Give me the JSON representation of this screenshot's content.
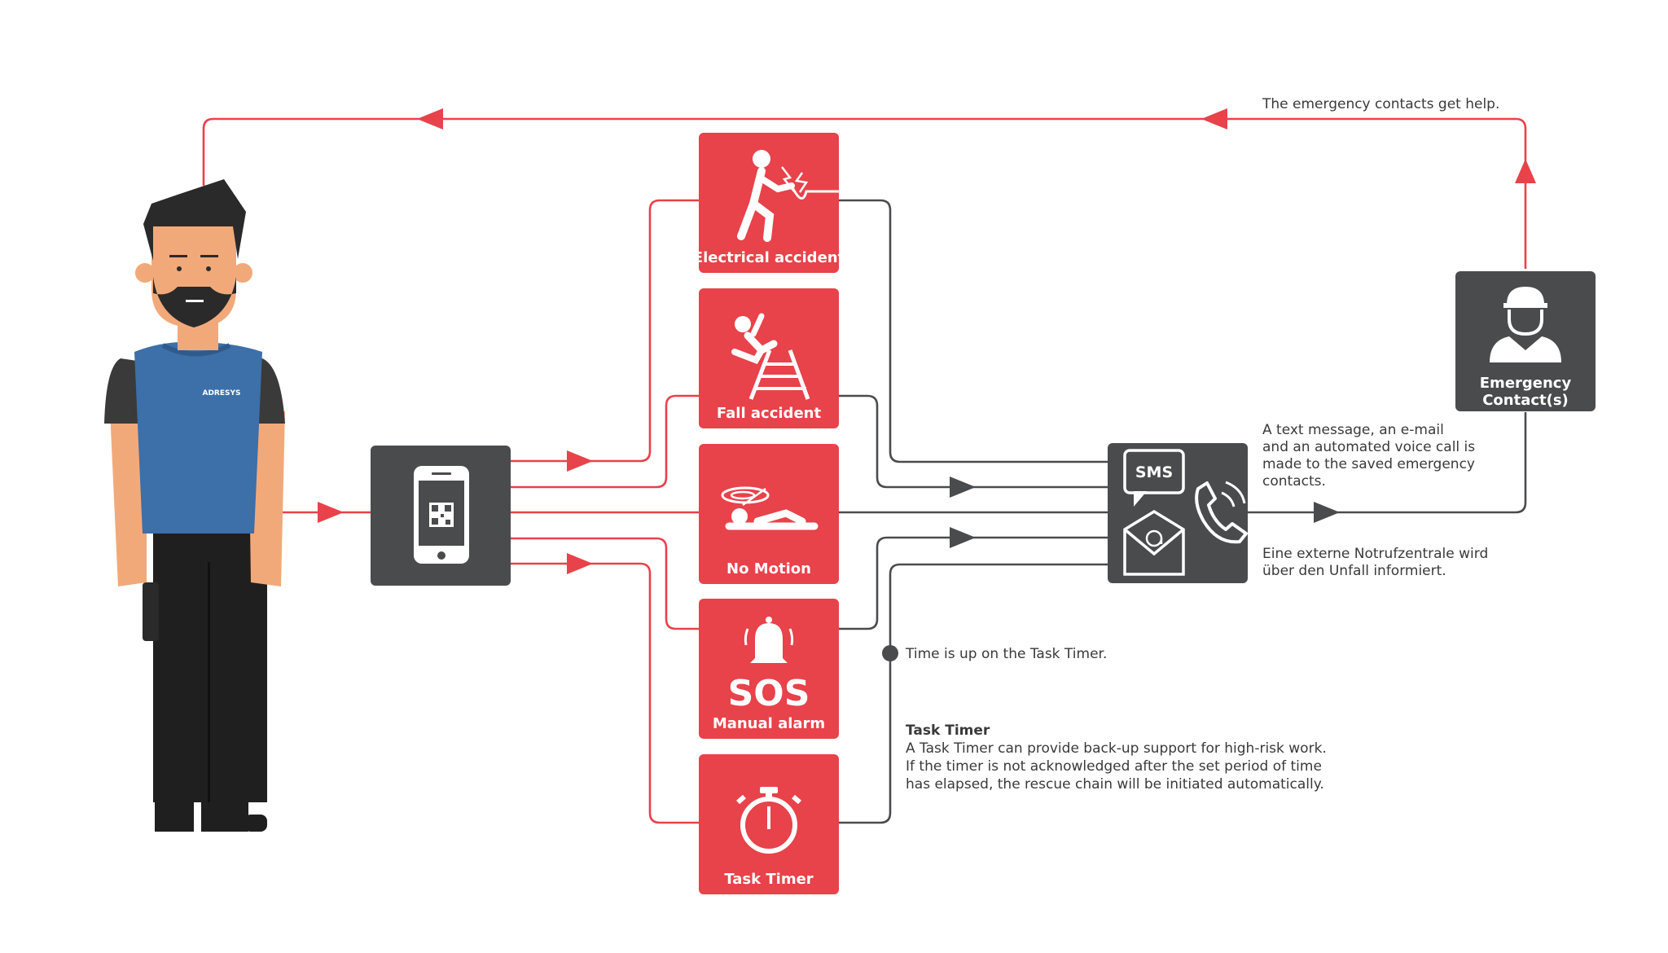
{
  "colors": {
    "accent_red": "#e8424a",
    "dark_grey": "#4a4b4d",
    "text_grey": "#3a3a3a"
  },
  "worker": {
    "shirt_logo": "ADRESYS"
  },
  "alarms": [
    {
      "id": "electrical",
      "label": "Electrical accident",
      "icon": "electrical-accident-icon"
    },
    {
      "id": "fall",
      "label": "Fall accident",
      "icon": "fall-from-ladder-icon"
    },
    {
      "id": "nomotion",
      "label": "No Motion",
      "icon": "person-lying-icon"
    },
    {
      "id": "sos",
      "label": "Manual alarm",
      "icon": "sos-bell-icon",
      "big_text": "SOS"
    },
    {
      "id": "timer",
      "label": "Task Timer",
      "icon": "stopwatch-icon"
    }
  ],
  "hub": {
    "sms_label": "SMS",
    "icons": [
      "sms-bubble-icon",
      "email-envelope-icon",
      "phone-icon"
    ]
  },
  "contact": {
    "label_line1": "Emergency",
    "label_line2": "Contact(s)",
    "icon": "contact-person-icon"
  },
  "notes": {
    "top": "The emergency contacts get help.",
    "hub_text": [
      "A text message, an e-mail",
      "and an automated voice call is",
      "made to the saved emergency",
      "contacts."
    ],
    "hub_text_de": [
      "Eine externe Notrufzentrale wird",
      "über den Unfall informiert."
    ],
    "timer_up": "Time is up on the Task Timer.",
    "task_timer_title": "Task Timer",
    "task_timer_body": [
      "A Task Timer can provide back-up support for high-risk work.",
      "If the timer is not acknowledged after the set period of time",
      "has elapsed, the rescue chain will be initiated automatically."
    ]
  }
}
